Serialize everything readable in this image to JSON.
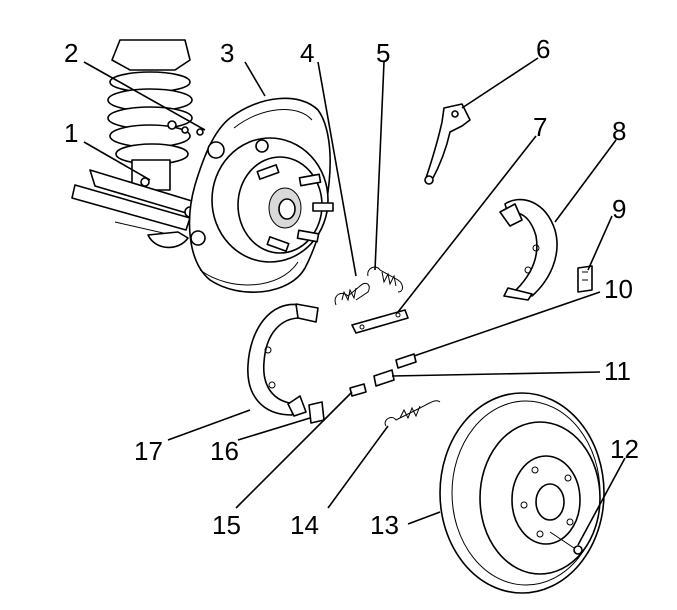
{
  "callouts": [
    {
      "num": "1"
    },
    {
      "num": "2"
    },
    {
      "num": "3"
    },
    {
      "num": "4"
    },
    {
      "num": "5"
    },
    {
      "num": "6"
    },
    {
      "num": "7"
    },
    {
      "num": "8"
    },
    {
      "num": "9"
    },
    {
      "num": "10"
    },
    {
      "num": "11"
    },
    {
      "num": "12"
    },
    {
      "num": "13"
    },
    {
      "num": "14"
    },
    {
      "num": "15"
    },
    {
      "num": "16"
    },
    {
      "num": "17"
    }
  ],
  "colors": {
    "line": "#000000",
    "background": "#ffffff",
    "shade": "#d9d9d9"
  }
}
